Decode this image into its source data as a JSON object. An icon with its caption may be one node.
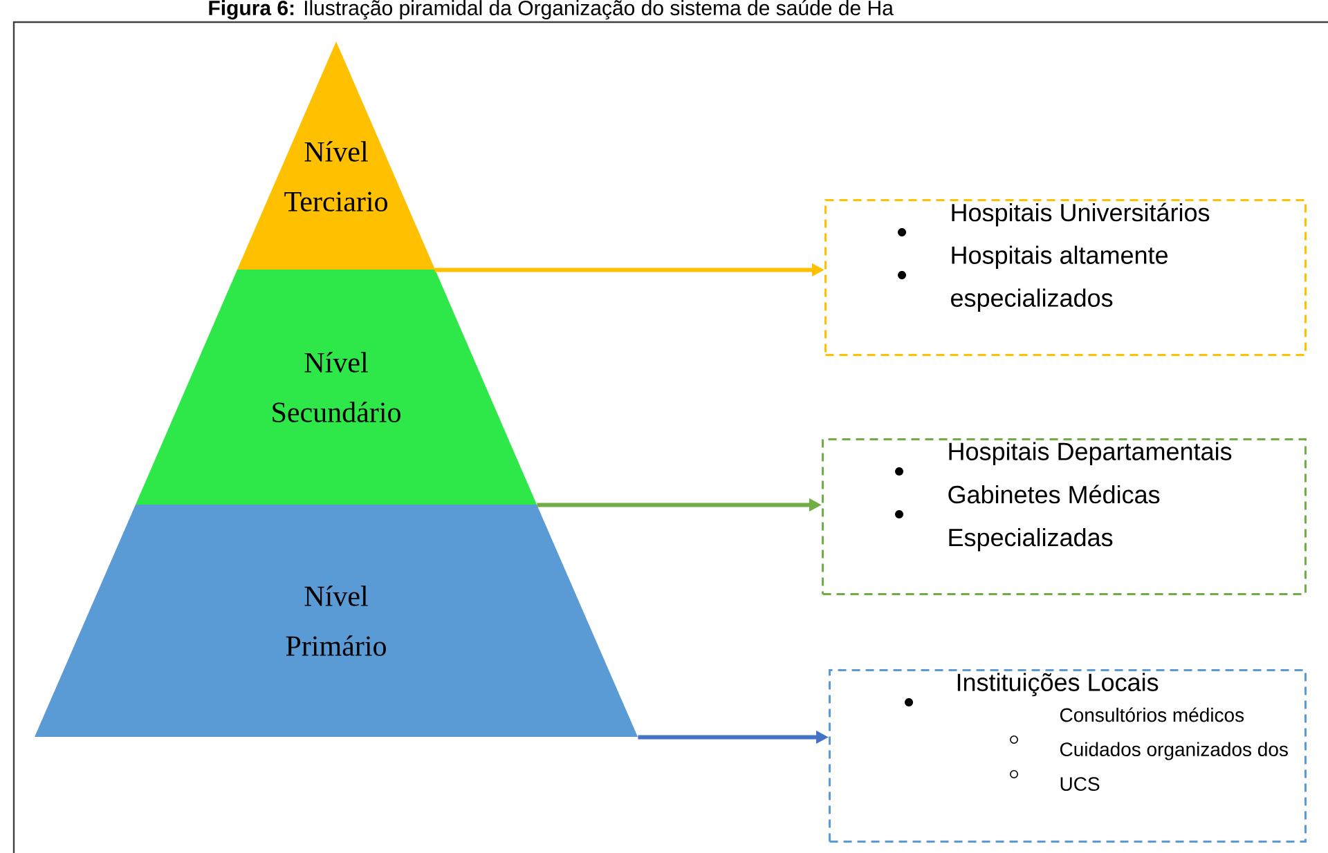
{
  "diagram": {
    "title": "**Figura 6:** Ilustração piramidal da Organização do sistema de saúde de Ha",
    "nodes": [
      {
        "text": [
          "Nível Terciario"
        ]
      },
      {
        "text": [
          "Nível Secundário"
        ]
      },
      {
        "text": [
          "Nível Primário"
        ]
      },
      {
        "text": [
          "Hospitais Universitários",
          "Hospitais altamente especializados"
        ]
      },
      {
        "text": [
          "Hospitais Departamentais",
          "Gabinetes Médicas Especializadas"
        ]
      },
      {
        "text": [
          "Instituições Locais",
          "Consultórios médicos",
          "Cuidados organizados dos UCS"
        ]
      }
    ],
    "edges": [
      {
        "from": 0,
        "to": 3,
        "arrow": "to",
        "color": "#ffc000"
      },
      {
        "from": 1,
        "to": 4,
        "arrow": "to",
        "color": "#70ad47"
      },
      {
        "from": 2,
        "to": 5,
        "arrow": "to",
        "color": "#4472c4"
      }
    ]
  }
}
